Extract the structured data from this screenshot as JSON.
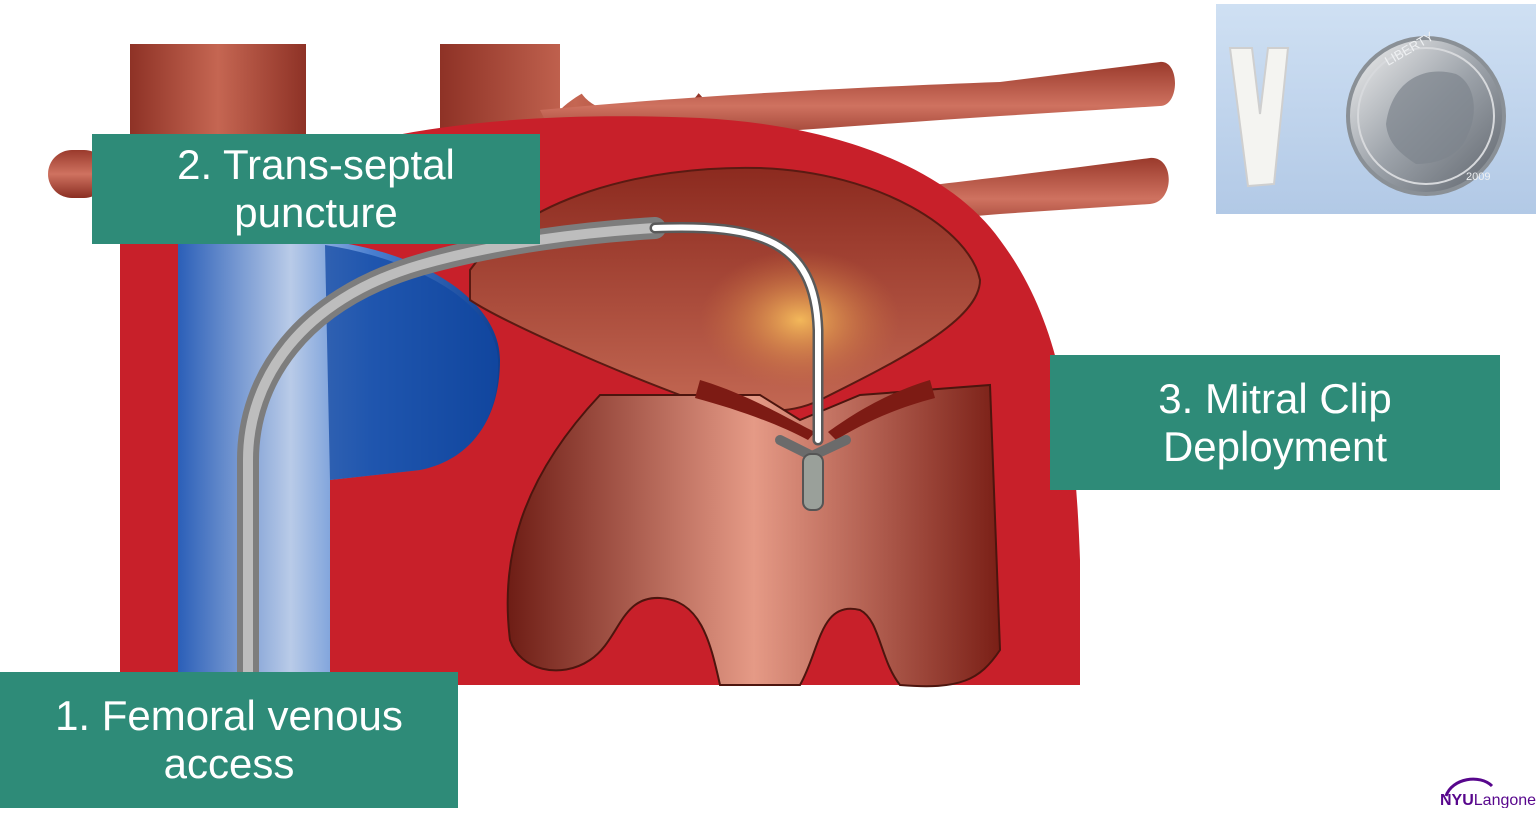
{
  "labels": {
    "step1": {
      "line1": "1. Femoral venous",
      "line2": "access"
    },
    "step2": {
      "line1": "2. Trans-septal",
      "line2": "puncture"
    },
    "step3": {
      "line1": "3. Mitral Clip",
      "line2": "Deployment"
    }
  },
  "inset": {
    "coin_text": "LIBERTY",
    "coin_year": "2009"
  },
  "logo": {
    "name_bold": "NYU",
    "name_rest": "Langone"
  },
  "colors": {
    "label_bg": "#2e8b78",
    "heart_red": "#c8202a",
    "vein_blue": "#2f6fc6",
    "catheter_gray": "#9a9a9a",
    "logo_purple": "#57068c"
  }
}
